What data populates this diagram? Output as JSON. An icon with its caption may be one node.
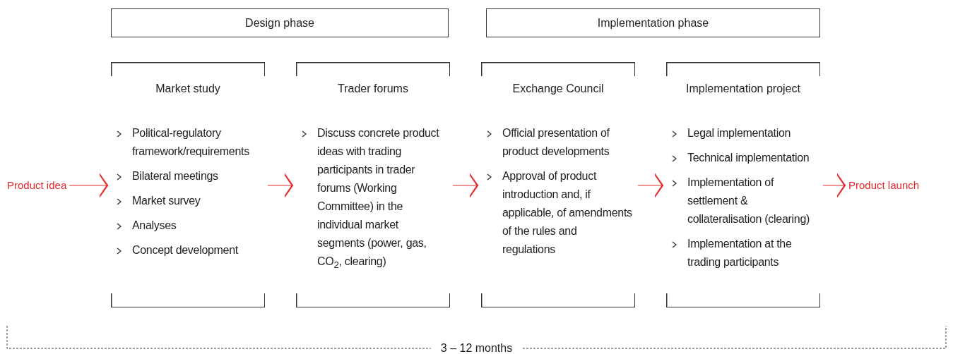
{
  "diagram": {
    "nodes": [
      {
        "text": [
          "Design phase"
        ]
      },
      {
        "text": [
          "Implementation phase"
        ]
      },
      {
        "text": [
          "Product idea"
        ]
      },
      {
        "text": [
          "Market study",
          "Political-regulatory framework/requirements",
          "Bilateral meetings",
          "Market survey",
          "Analyses",
          "Concept development"
        ]
      },
      {
        "text": [
          "Trader forums",
          "Discuss concrete product ideas with trading participants in trader forums (Working Committee) in the individual market segments (power, gas, CO$_{2}$, clearing)"
        ]
      },
      {
        "text": [
          "Exchange Council",
          "Official presentation of product developments",
          "Approval of product introduction and, if applicable, of amendments of the rules and regulations"
        ]
      },
      {
        "text": [
          "Implementation project",
          "Legal implementation",
          "Technical implementation",
          "Implementation of settlement & collateralisation (clearing)",
          "Implementation at the trading participants"
        ]
      },
      {
        "text": [
          "Product launch"
        ]
      }
    ],
    "edges": [
      {
        "from": 2,
        "to": 3,
        "arrow": "to"
      },
      {
        "from": 3,
        "to": 4,
        "arrow": "to"
      },
      {
        "from": 4,
        "to": 5,
        "arrow": "to"
      },
      {
        "from": 5,
        "to": 6,
        "arrow": "to"
      },
      {
        "from": 6,
        "to": 7,
        "arrow": "to"
      }
    ],
    "labels": [
      "3 – 12 months"
    ]
  }
}
